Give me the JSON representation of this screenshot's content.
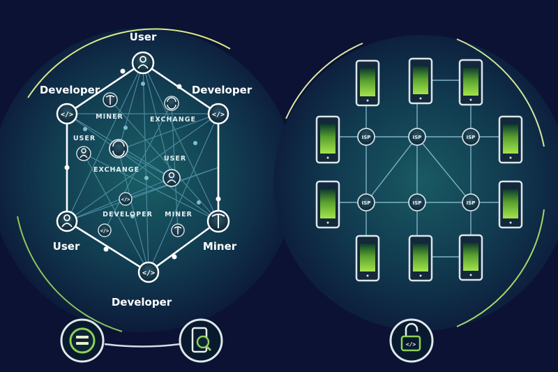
{
  "left_network": {
    "outer_labels": {
      "top": "User",
      "upper_left": "Developer",
      "upper_right": "Developer",
      "lower_left": "User",
      "lower_right": "Miner",
      "bottom": "Developer"
    },
    "inner_labels": {
      "miner_upper": "MINER",
      "exchange_upper": "EXCHANGE",
      "user_left": "USER",
      "exchange_center": "EXCHANGE",
      "user_right": "USER",
      "developer_lower": "DEVELOPER",
      "miner_lower": "MINER"
    }
  },
  "right_network": {
    "isp_label": "ISP"
  },
  "bottom_icons": {
    "left": "equals-icon",
    "middle": "smartphone-search-icon",
    "right": "unlock-code-icon"
  },
  "colors": {
    "background": "#0b1233",
    "accent_green": "#9be24a",
    "line_teal": "#5d9cae",
    "node_fill": "#0f2d3f"
  }
}
